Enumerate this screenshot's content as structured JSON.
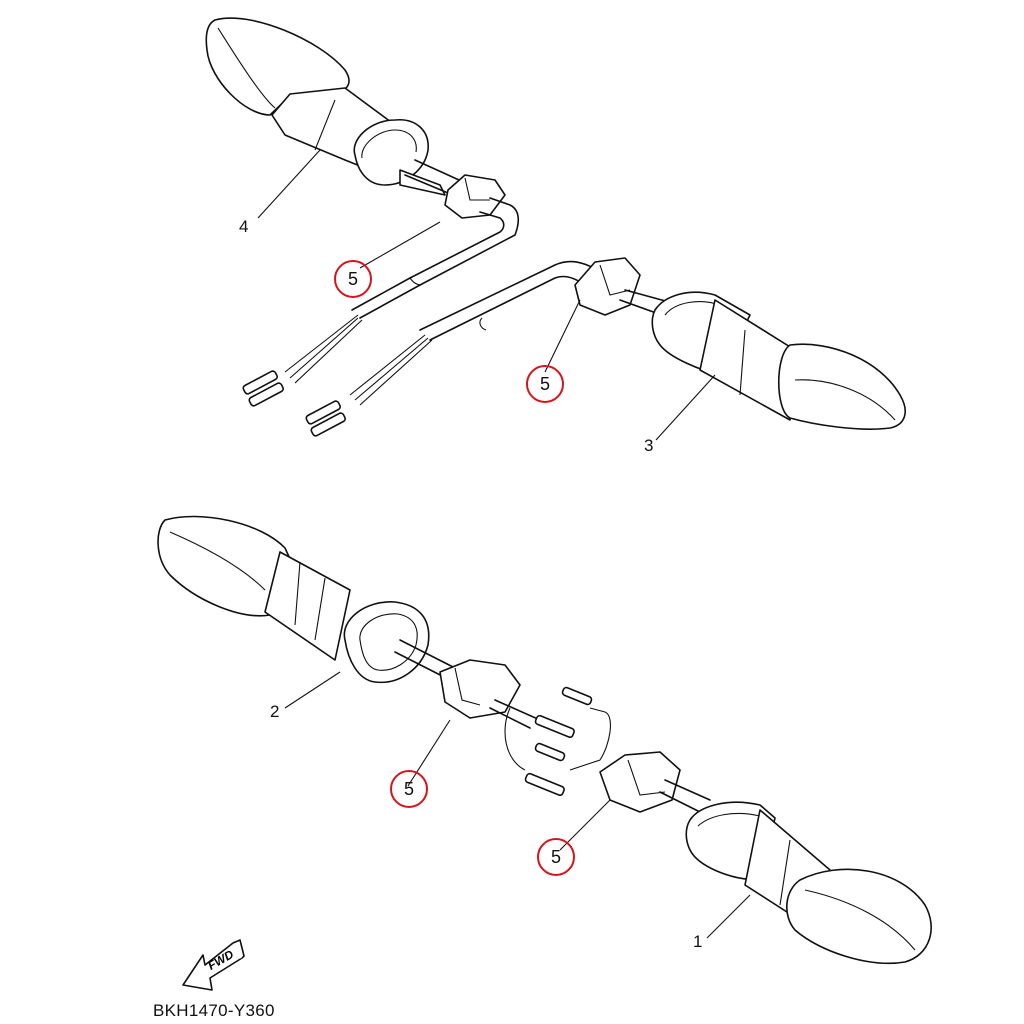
{
  "diagram": {
    "type": "exploded-parts-diagram",
    "subject": "Turn signal (flasher) lamp assemblies",
    "drawing_code": "BKH1470-Y360",
    "direction_indicator": {
      "icon": "fwd-arrow-icon",
      "label": "FWD"
    },
    "callout_color": "#d6141c",
    "parts": [
      {
        "ref": "1",
        "name": "Flasher light assembly (front right)"
      },
      {
        "ref": "2",
        "name": "Flasher light assembly (front left)"
      },
      {
        "ref": "3",
        "name": "Flasher light assembly (rear right)"
      },
      {
        "ref": "4",
        "name": "Flasher light assembly (rear left)"
      },
      {
        "ref": "5",
        "name": "Grommet / mounting bracket",
        "highlighted": true,
        "count_shown": 4
      }
    ],
    "labels": {
      "p1": "1",
      "p2": "2",
      "p3": "3",
      "p4": "4",
      "c5a": "5",
      "c5b": "5",
      "c5c": "5",
      "c5d": "5"
    }
  }
}
